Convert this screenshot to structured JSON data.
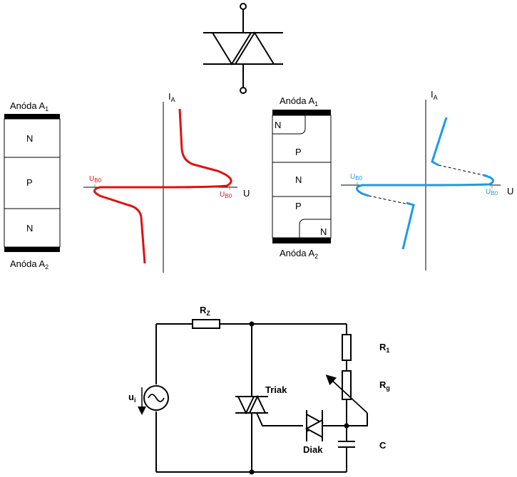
{
  "colors": {
    "diac_curve": "#e01010",
    "triac_curve": "#1a9be6",
    "line": "#000000",
    "plate": "#000000"
  },
  "diac_structure": {
    "top_label": "Anóda A",
    "top_sub": "1",
    "bottom_label": "Anóda A",
    "bottom_sub": "2",
    "layers": [
      "N",
      "P",
      "N"
    ]
  },
  "diac_chart": {
    "y_axis_label": "I",
    "y_axis_sub": "A",
    "x_axis_label": "U",
    "breakover_right": "U",
    "breakover_right_sub": "B0",
    "breakover_left": "U",
    "breakover_left_sub": "B0"
  },
  "triac_structure": {
    "top_label": "Anóda A",
    "top_sub": "1",
    "bottom_label": "Anóda A",
    "bottom_sub": "2",
    "top_corner_region": "N",
    "bottom_corner_region": "N",
    "layers": [
      "P",
      "N",
      "P"
    ]
  },
  "triac_chart": {
    "y_axis_label": "I",
    "y_axis_sub": "A",
    "x_axis_label": "U",
    "breakover_right": "U",
    "breakover_right_sub": "B0",
    "breakover_left": "U",
    "breakover_left_sub": "B0"
  },
  "circuit": {
    "rz": "R",
    "rz_sub": "Z",
    "r1": "R",
    "r1_sub": "1",
    "rg": "R",
    "rg_sub": "g",
    "c": "C",
    "ui": "u",
    "ui_sub": "i",
    "triac": "Triak",
    "diac": "Diak"
  }
}
